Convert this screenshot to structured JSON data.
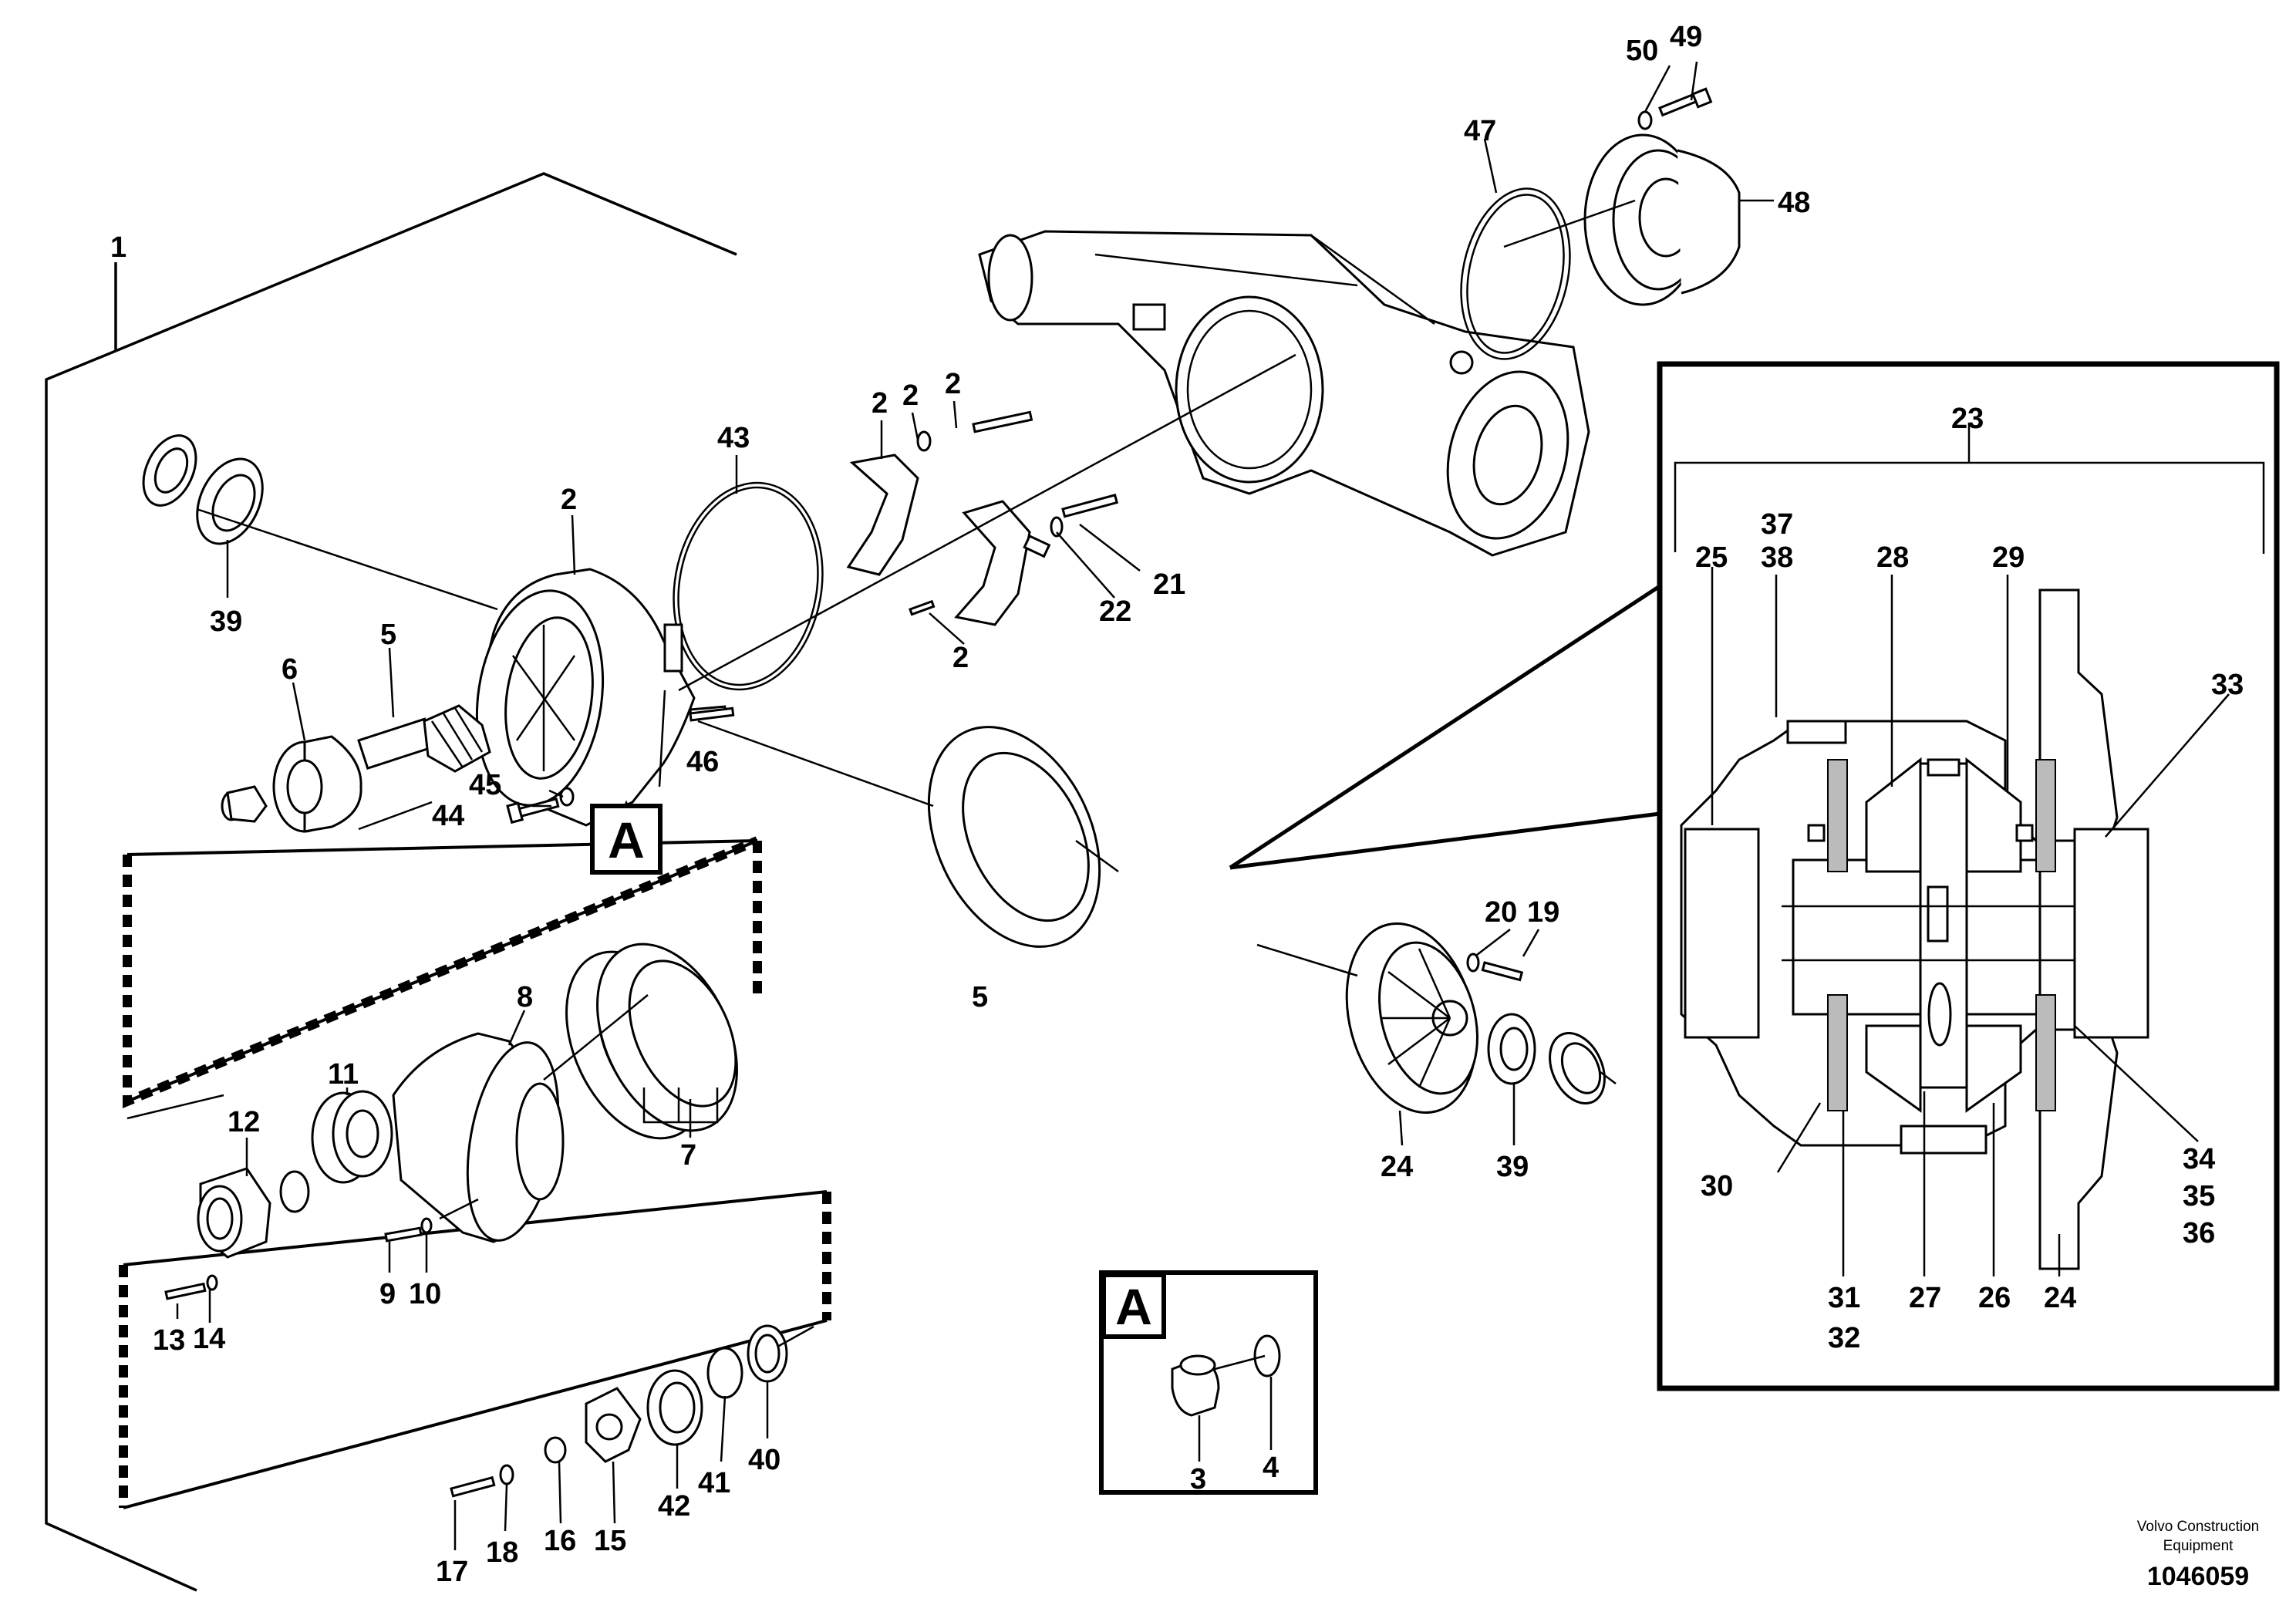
{
  "callouts": {
    "n1": "1",
    "n2a": "2",
    "n2b": "2",
    "n2c": "2",
    "n2d": "2",
    "n2e": "2",
    "n3": "3",
    "n4": "4",
    "n5a": "5",
    "n5b": "5",
    "n6": "6",
    "n7": "7",
    "n8": "8",
    "n9": "9",
    "n10": "10",
    "n11": "11",
    "n12": "12",
    "n13": "13",
    "n14": "14",
    "n15": "15",
    "n16": "16",
    "n17": "17",
    "n18": "18",
    "n19": "19",
    "n20": "20",
    "n21": "21",
    "n22": "22",
    "n23": "23",
    "n24a": "24",
    "n24b": "24",
    "n25": "25",
    "n26": "26",
    "n27": "27",
    "n28": "28",
    "n29": "29",
    "n30": "30",
    "n31": "31",
    "n32": "32",
    "n33": "33",
    "n34": "34",
    "n35": "35",
    "n36": "36",
    "n37": "37",
    "n38": "38",
    "n39a": "39",
    "n39b": "39",
    "n40": "40",
    "n41": "41",
    "n42": "42",
    "n43": "43",
    "n44": "44",
    "n45": "45",
    "n46": "46",
    "n47": "47",
    "n48": "48",
    "n49": "49",
    "n50": "50"
  },
  "detail_marker": {
    "label": "A",
    "box_label": "A"
  },
  "footer": {
    "company_line1": "Volvo Construction",
    "company_line2": "Equipment",
    "document_number": "1046059"
  }
}
